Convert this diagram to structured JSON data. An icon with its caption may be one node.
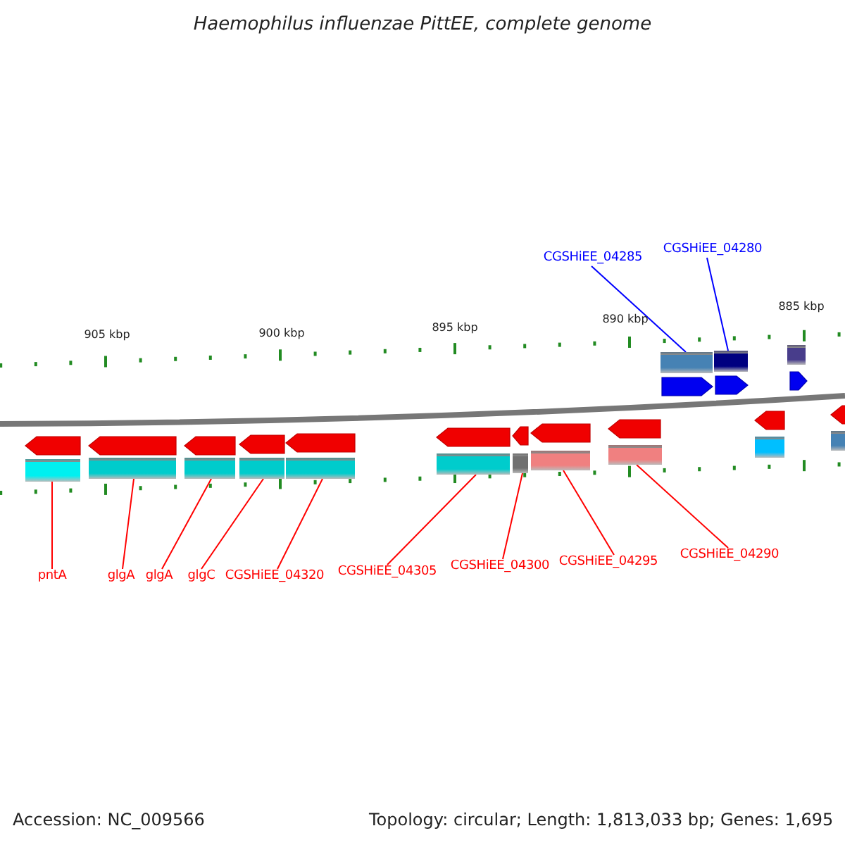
{
  "diagram": {
    "title": "Haemophilus influenzae PittEE, complete genome",
    "nodes": [
      {
        "text": [
          "CGSHiEE_04285"
        ]
      },
      {
        "text": [
          "CGSHiEE_04280"
        ]
      },
      {
        "text": [
          "pntA"
        ]
      },
      {
        "text": [
          "glgA"
        ]
      },
      {
        "text": [
          "glgA"
        ]
      },
      {
        "text": [
          "glgC"
        ]
      },
      {
        "text": [
          "CGSHiEE_04320"
        ]
      },
      {
        "text": [
          "CGSHiEE_04305"
        ]
      },
      {
        "text": [
          "CGSHiEE_04300"
        ]
      },
      {
        "text": [
          "CGSHiEE_04295"
        ]
      },
      {
        "text": [
          "CGSHiEE_04290"
        ]
      },
      {
        "text": [],
        "shape": "box"
      },
      {
        "text": [],
        "shape": "box"
      },
      {
        "text": [],
        "shape": "box"
      },
      {
        "text": [],
        "shape": "box"
      },
      {
        "text": [],
        "shape": "box"
      },
      {
        "text": [],
        "shape": "box"
      },
      {
        "text": [],
        "shape": "box"
      },
      {
        "text": [],
        "shape": "box"
      },
      {
        "text": [],
        "shape": "box"
      },
      {
        "text": [],
        "shape": "box"
      },
      {
        "text": [],
        "shape": "box"
      },
      {
        "text": [],
        "shape": "box"
      },
      {
        "text": [],
        "shape": "box"
      },
      {
        "text": [],
        "shape": "box"
      }
    ],
    "edges": [
      {
        "from": 0,
        "to": 20,
        "arrow": "none",
        "color": "#0000ff"
      },
      {
        "from": 1,
        "to": 21,
        "arrow": "none",
        "color": "#0000ff"
      },
      {
        "from": 2,
        "to": 11,
        "arrow": "none"
      },
      {
        "from": 3,
        "to": 12,
        "arrow": "none"
      },
      {
        "from": 4,
        "to": 13,
        "arrow": "none"
      },
      {
        "from": 5,
        "to": 14,
        "arrow": "none"
      },
      {
        "from": 6,
        "to": 15,
        "arrow": "none"
      },
      {
        "from": 7,
        "to": 16,
        "arrow": "none"
      },
      {
        "from": 8,
        "to": 17,
        "arrow": "none"
      },
      {
        "from": 9,
        "to": 18,
        "arrow": "none"
      },
      {
        "from": 10,
        "to": 19,
        "arrow": "none"
      }
    ],
    "labels": [
      "905 kbp",
      "900 kbp",
      "895 kbp",
      "890 kbp",
      "885 kbp",
      "Accession: NC_009566",
      "Topology: circular; Length: 1,813,033 bp; Genes: 1,695"
    ]
  }
}
